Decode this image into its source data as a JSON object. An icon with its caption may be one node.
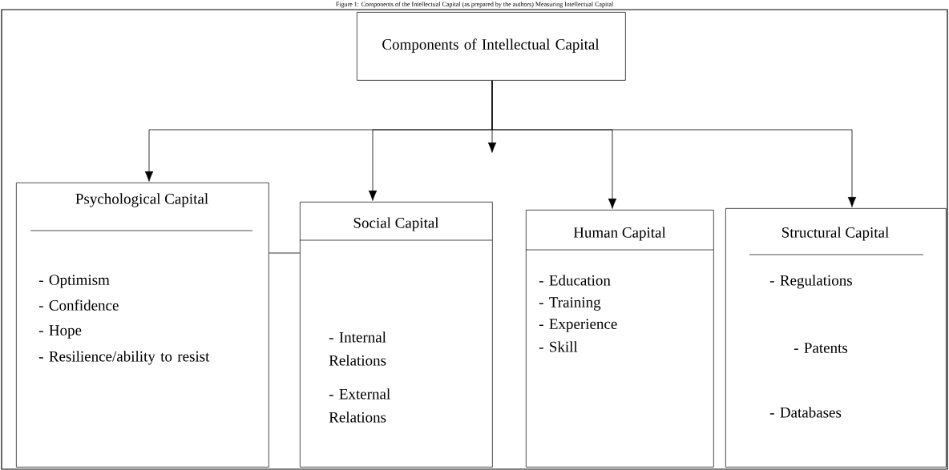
{
  "diagram": {
    "title": "Figure 1: Components of the Intellectual Capital (as prepared by the authors) Measuring Intellectual Capital",
    "nodes": [
      {
        "text": [
          "Components of Intellectual Capital"
        ]
      },
      {
        "text": [
          "Psychological Capital",
          "- Optimism",
          "- Confidence",
          "- Hope",
          "- Resilience/ability to resist"
        ]
      },
      {
        "text": [
          "Social Capital",
          "- Internal Relations",
          "- External Relations"
        ]
      },
      {
        "text": [
          "Human Capital",
          "- Education",
          "- Training",
          "- Experience",
          "- Skill"
        ]
      },
      {
        "text": [
          "Structural Capital",
          "- Regulations",
          "- Patents",
          "- Databases"
        ]
      }
    ],
    "edges": [
      {
        "from": 0,
        "to": 1,
        "arrow": "to"
      },
      {
        "from": 0,
        "to": 2,
        "arrow": "to"
      },
      {
        "from": 0,
        "to": 3,
        "arrow": "to"
      },
      {
        "from": 0,
        "to": 4,
        "arrow": "to"
      },
      {
        "from": 1,
        "to": 2,
        "arrow": "none"
      }
    ]
  }
}
